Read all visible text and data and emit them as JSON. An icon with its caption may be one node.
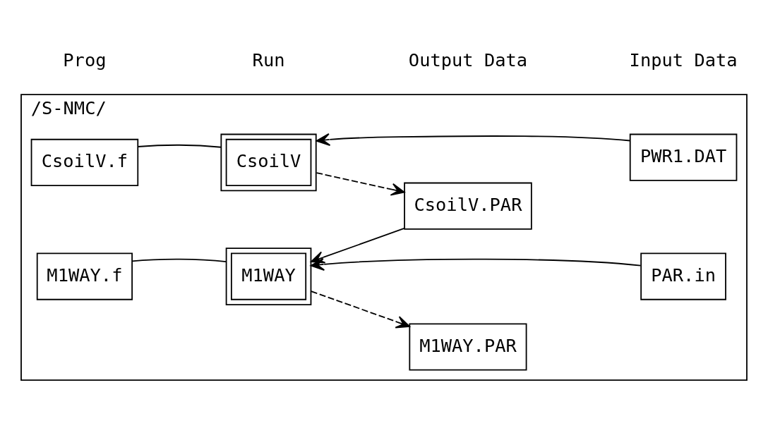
{
  "diagram": {
    "nodes": [
      {
        "text": [
          "/S-NMC/"
        ]
      },
      {
        "text": [
          "CsoilV.f"
        ],
        "in": 0
      },
      {
        "text": [
          "CsoilV"
        ],
        "in": 0
      },
      {
        "text": [
          "PWR1.DAT"
        ],
        "in": 0
      },
      {
        "text": [
          "CsoilV.PAR"
        ],
        "in": 0
      },
      {
        "text": [
          "M1WAY.f"
        ],
        "in": 0
      },
      {
        "text": [
          "M1WAY"
        ],
        "in": 0
      },
      {
        "text": [
          "PAR.in"
        ],
        "in": 0
      },
      {
        "text": [
          "M1WAY.PAR"
        ],
        "in": 0
      }
    ],
    "edges": [
      {
        "from": 1,
        "to": 2,
        "arrow": "none"
      },
      {
        "from": 3,
        "to": 2,
        "arrow": "to"
      },
      {
        "from": 2,
        "to": 4,
        "arrow": "to",
        "style": "dashed"
      },
      {
        "from": 4,
        "to": 6,
        "arrow": "to"
      },
      {
        "from": 5,
        "to": 6,
        "arrow": "none"
      },
      {
        "from": 7,
        "to": 6,
        "arrow": "to"
      },
      {
        "from": 6,
        "to": 8,
        "arrow": "to",
        "style": "dashed"
      }
    ],
    "labels": [
      "Prog",
      "Run",
      "Output Data",
      "Input Data"
    ]
  }
}
